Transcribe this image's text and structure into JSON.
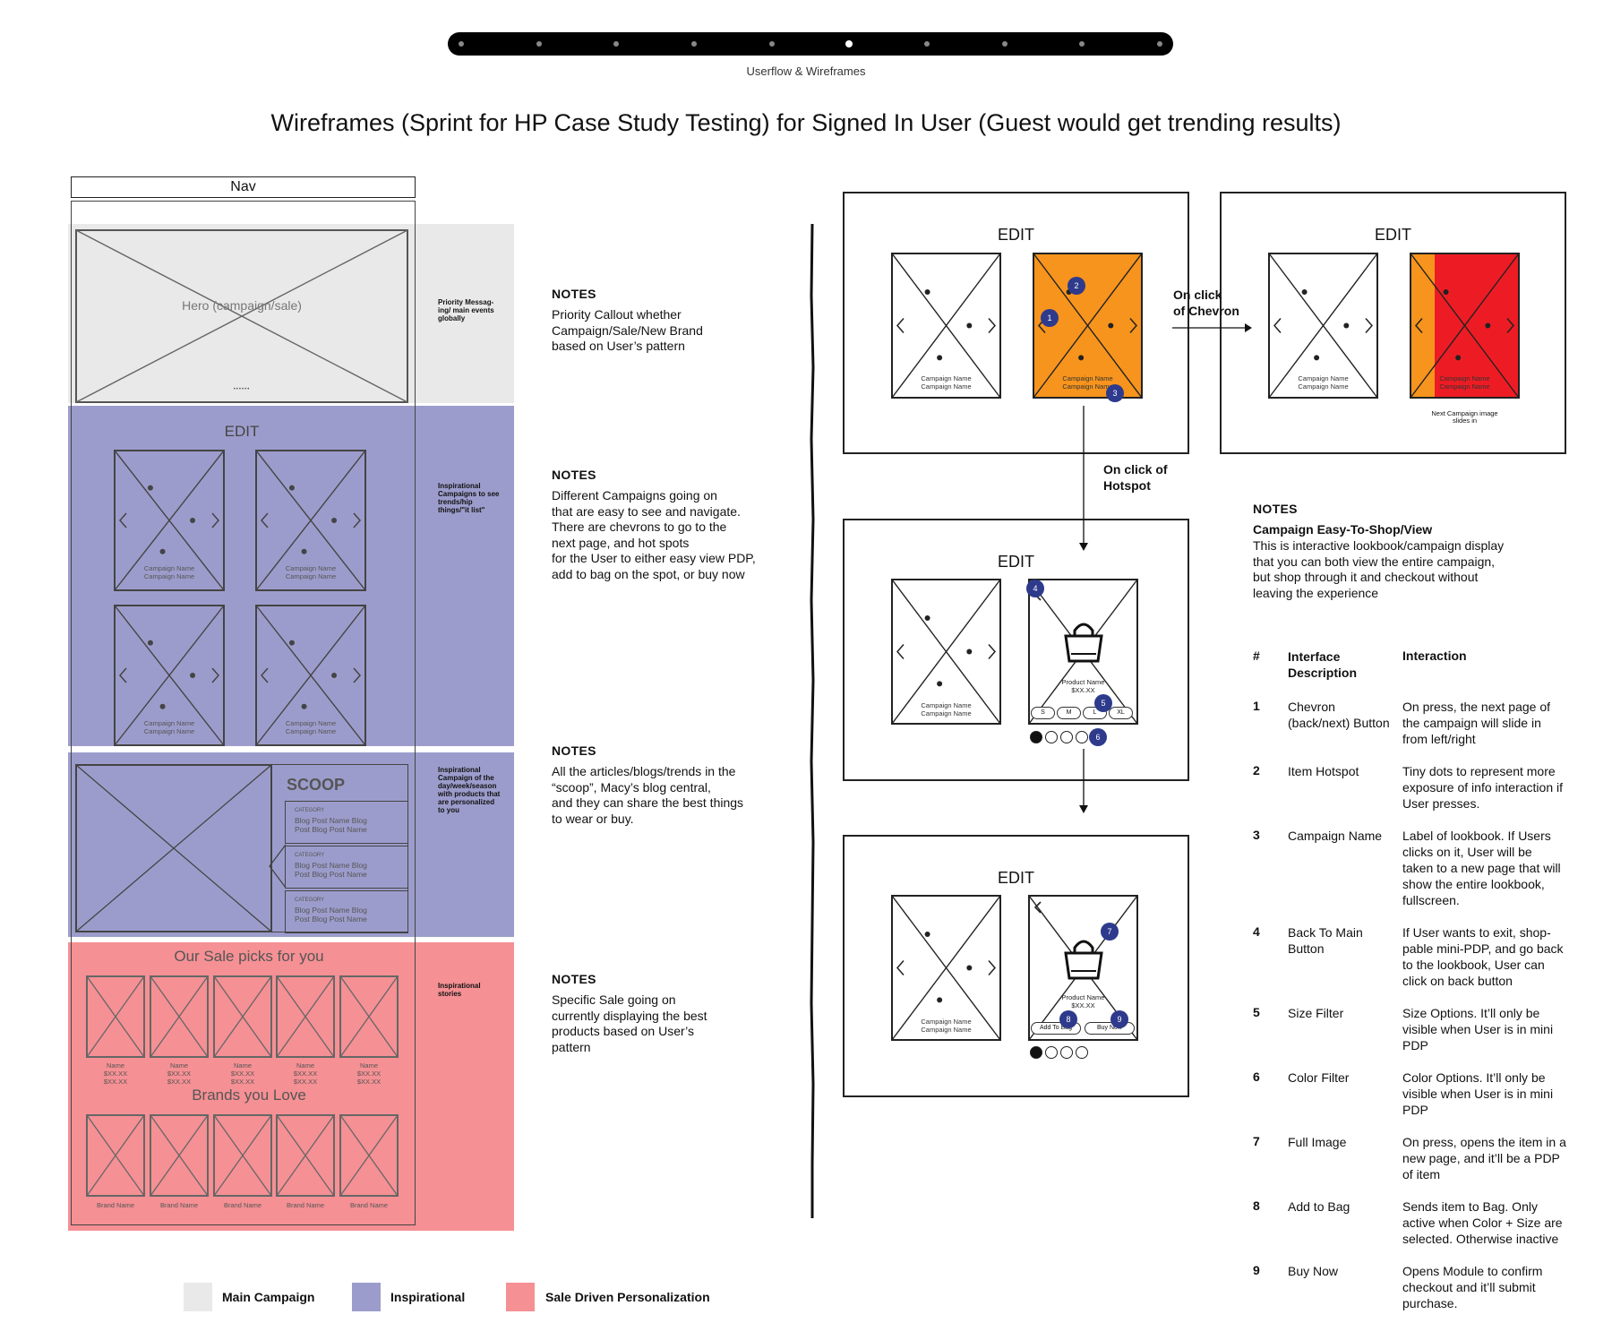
{
  "header": {
    "progress_steps": 10,
    "active_step": 6,
    "subtitle": "Userflow & Wireframes",
    "title": "Wireframes (Sprint for HP Case Study Testing) for Signed In User (Guest would get trending results)"
  },
  "wireframe": {
    "nav_label": "Nav",
    "hero_label": "Hero (campaign/sale)",
    "hero_dots": "••••••",
    "edit_label": "EDIT",
    "campaign_caption": "Campaign Name\nCampaign Name",
    "scoop_title": "SCOOP",
    "blog_category": "CATEGORY",
    "blog_text": "Blog Post Name Blog\nPost Blog Post Name",
    "sale_title": "Our Sale picks for you",
    "sale_item_caption": "Name\n$XX.XX\n$XX.XX",
    "brands_title": "Brands you Love",
    "brand_caption": "Brand Name"
  },
  "side_labels": {
    "hero": "Priority Messag-\ning/ main events\nglobally",
    "edit": "Inspirational\nCampaigns to see\ntrends/hip\nthings/\"it list\"",
    "scoop": "Inspirational\nCampaign of the\nday/week/season\nwith products that\nare personalized\nto you",
    "sale": "Inspirational\nstories"
  },
  "notes": [
    {
      "heading": "NOTES",
      "body": "Priority Callout whether\nCampaign/Sale/New Brand\nbased on User’s pattern"
    },
    {
      "heading": "NOTES",
      "body": "Different Campaigns going on\nthat are easy to see and navigate.\nThere are chevrons to go to the\nnext page, and hot spots\nfor the User to either easy view PDP,\nadd to bag on the spot, or buy now"
    },
    {
      "heading": "NOTES",
      "body": "All the articles/blogs/trends in the\n“scoop”, Macy’s blog central,\nand they can share the best things\nto wear or buy."
    },
    {
      "heading": "NOTES",
      "body": "Specific Sale going on\ncurrently displaying the best\nproducts based on User’s\npattern"
    }
  ],
  "legend": [
    {
      "label": "Main Campaign",
      "color": "#e9e9e9"
    },
    {
      "label": "Inspirational",
      "color": "#9c9ccc"
    },
    {
      "label": "Sale Driven Personalization",
      "color": "#f59094"
    }
  ],
  "flow": {
    "edit_label": "EDIT",
    "campaign_caption": "Campaign Name\nCampaign Name",
    "on_click_chevron": "On click\nof Chevron",
    "on_click_hotspot": "On click of\nHotspot",
    "next_campaign_caption": "Next Campaign image\nslides in",
    "product_name": "Product Name\n$XX.XX",
    "sizes": [
      "S",
      "M",
      "L",
      "XL"
    ],
    "add_to_bag": "Add To Bag",
    "buy_now": "Buy Now",
    "badges": [
      "1",
      "2",
      "3",
      "4",
      "5",
      "6",
      "7",
      "8",
      "9"
    ],
    "colors": {
      "orange": "#f7941d",
      "red": "#ed1c24",
      "badge": "#2e3a8c"
    }
  },
  "right_notes": {
    "heading": "NOTES",
    "subheading": "Campaign Easy-To-Shop/View",
    "body": "This is interactive lookbook/campaign display\nthat you can both view the entire campaign,\nbut shop through it and checkout without\nleaving the experience",
    "col_num": "#",
    "col_desc": "Interface\nDescription",
    "col_interaction": "Interaction",
    "rows": [
      {
        "num": "1",
        "desc": "Chevron\n(back/next) Button",
        "interaction": "On press, the next page of\nthe campaign will slide in\nfrom left/right"
      },
      {
        "num": "2",
        "desc": "Item Hotspot",
        "interaction": "Tiny dots to represent more\nexposure of info interaction if\nUser presses."
      },
      {
        "num": "3",
        "desc": "Campaign Name",
        "interaction": "Label of lookbook. If Users\nclicks on it, User will be\ntaken to a new page that will\nshow the entire lookbook,\nfullscreen."
      },
      {
        "num": "4",
        "desc": "Back To Main\nButton",
        "interaction": "If User wants to exit, shop-\npable mini-PDP, and go back\nto the lookbook, User can\nclick on back button"
      },
      {
        "num": "5",
        "desc": "Size Filter",
        "interaction": "Size Options. It’ll only be\nvisible when User is in mini\nPDP"
      },
      {
        "num": "6",
        "desc": "Color Filter",
        "interaction": "Color Options. It’ll only be\nvisible when User is in mini\nPDP"
      },
      {
        "num": "7",
        "desc": "Full Image",
        "interaction": "On press, opens the item in a\nnew page, and it’ll be a PDP\nof item"
      },
      {
        "num": "8",
        "desc": "Add to Bag",
        "interaction": "Sends item to Bag. Only\nactive when Color + Size are\nselected. Otherwise inactive"
      },
      {
        "num": "9",
        "desc": "Buy Now",
        "interaction": "Opens Module to confirm\ncheckout and it’ll submit\npurchase."
      }
    ]
  }
}
